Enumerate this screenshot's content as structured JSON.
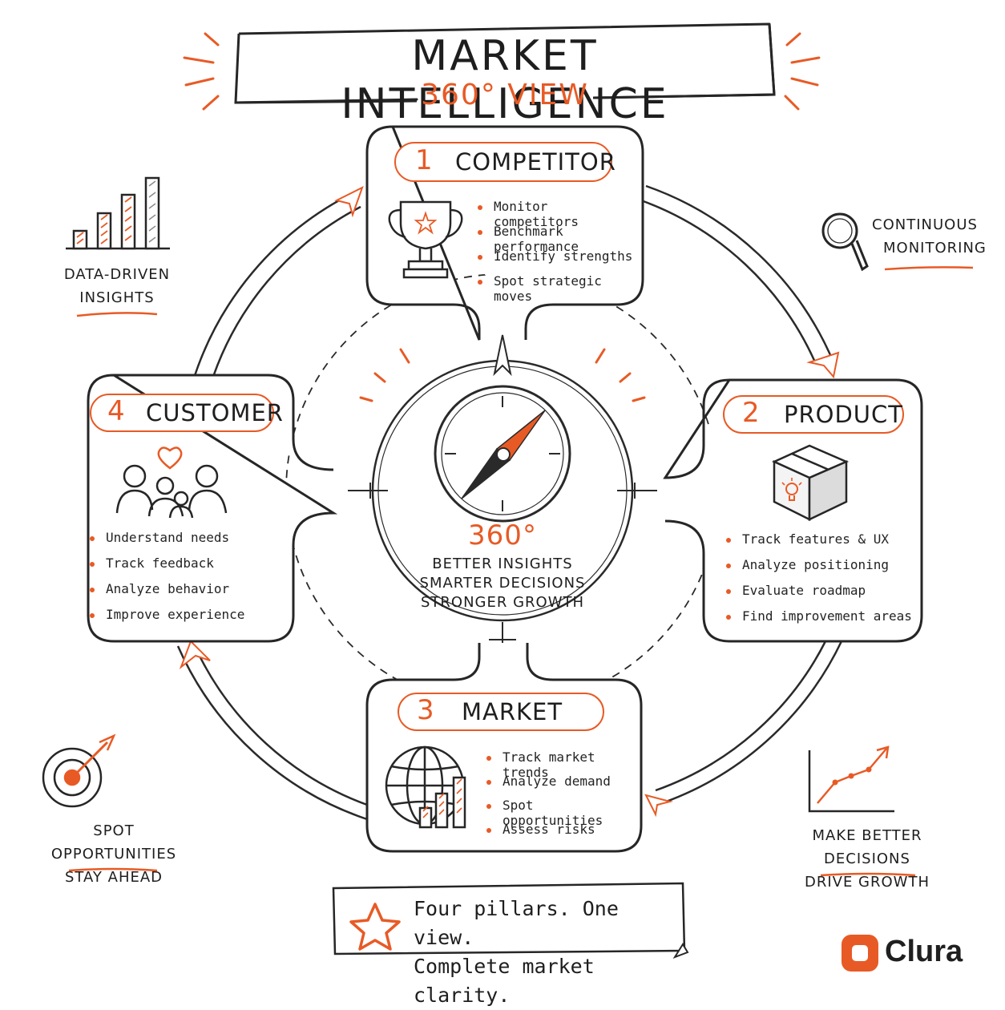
{
  "header": {
    "title": "MARKET INTELLIGENCE",
    "subtitle": "360° VIEW"
  },
  "pillars": {
    "competitor": {
      "number": "1",
      "label": "COMPETITOR",
      "icon": "trophy-icon",
      "items": [
        "Monitor competitors",
        "Benchmark performance",
        "Identify strengths",
        "Spot strategic moves"
      ]
    },
    "product": {
      "number": "2",
      "label": "PRODUCT",
      "icon": "box-lightbulb-icon",
      "items": [
        "Track features & UX",
        "Analyze positioning",
        "Evaluate roadmap",
        "Find improvement areas"
      ]
    },
    "market": {
      "number": "3",
      "label": "MARKET",
      "icon": "globe-bar-chart-icon",
      "items": [
        "Track market trends",
        "Analyze demand",
        "Spot opportunities",
        "Assess risks"
      ]
    },
    "customer": {
      "number": "4",
      "label": "CUSTOMER",
      "icon": "people-heart-icon",
      "items": [
        "Understand needs",
        "Track feedback",
        "Analyze behavior",
        "Improve experience"
      ]
    }
  },
  "center": {
    "icon": "compass-icon",
    "big": "360°",
    "lines": [
      "BETTER INSIGHTS",
      "SMARTER DECISIONS",
      "STRONGER GROWTH"
    ]
  },
  "side_notes": {
    "top_left": {
      "icon": "bar-chart-icon",
      "lines": [
        "DATA-DRIVEN",
        "INSIGHTS"
      ]
    },
    "top_right": {
      "icon": "magnifier-icon",
      "lines": [
        "CONTINUOUS",
        "MONITORING"
      ]
    },
    "bottom_left": {
      "icon": "target-arrow-icon",
      "lines": [
        "SPOT OPPORTUNITIES",
        "STAY AHEAD"
      ]
    },
    "bottom_right": {
      "icon": "growth-line-chart-icon",
      "lines": [
        "MAKE BETTER DECISIONS",
        "DRIVE GROWTH"
      ]
    }
  },
  "footer": {
    "icon": "star-icon",
    "lines": [
      "Four pillars. One view.",
      "Complete market clarity."
    ]
  },
  "brand": {
    "icon": "clura-logo-icon",
    "name": "Clura"
  },
  "colors": {
    "accent": "#e85a25",
    "ink": "#1e1e1e",
    "background": "#ffffff"
  }
}
